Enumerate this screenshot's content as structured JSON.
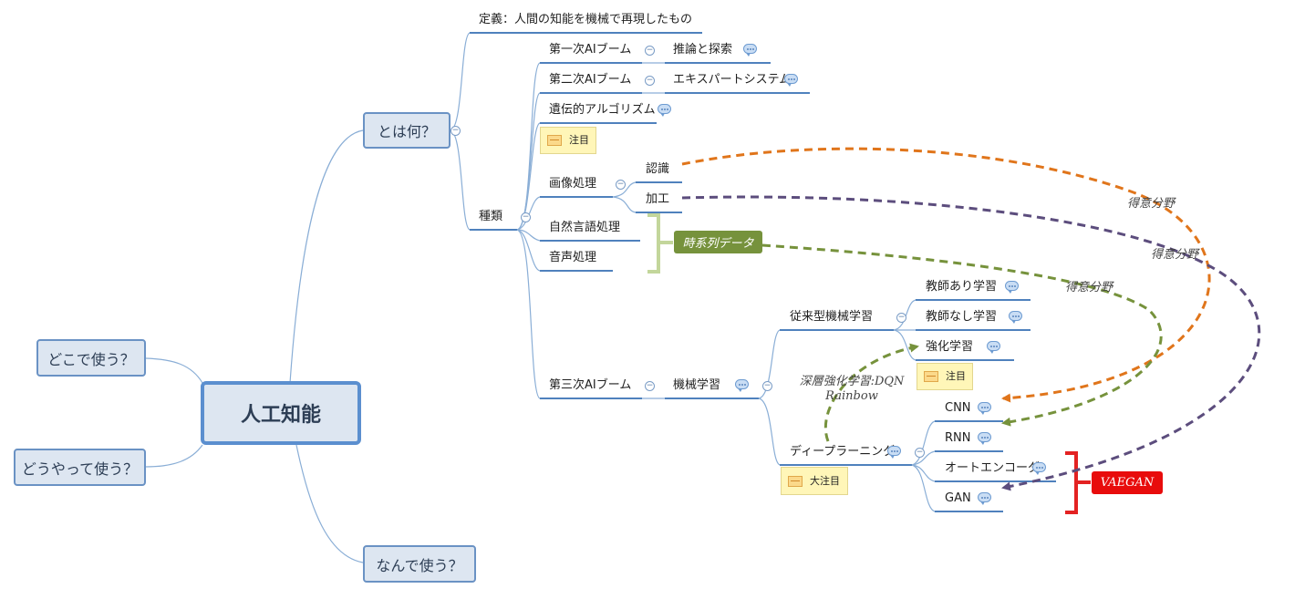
{
  "root": {
    "label": "人工知能"
  },
  "branches": {
    "what": "とは何？",
    "where": "どこで使う？",
    "how": "どうやって使う？",
    "why": "なんで使う？"
  },
  "what": {
    "definition": "定義：人間の知能を機械で再現したもの",
    "types_label": "種類",
    "boom1": {
      "label": "第一次AIブーム",
      "child": "推論と探索"
    },
    "boom2": {
      "label": "第二次AIブーム",
      "child": "エキスパートシステム"
    },
    "genetic": "遺伝的アルゴリズム",
    "note_attention": "注目",
    "image_processing": {
      "label": "画像処理",
      "children": [
        "認識",
        "加工"
      ]
    },
    "nlp": "自然言語処理",
    "speech": "音声処理",
    "timeseries_tag": "時系列データ",
    "boom3": {
      "label": "第三次AIブーム",
      "child": "機械学習"
    }
  },
  "ml": {
    "classic": {
      "label": "従来型機械学習",
      "children": [
        "教師あり学習",
        "教師なし学習",
        "強化学習"
      ]
    },
    "classic_note": "注目",
    "deep": {
      "label": "ディープラーニング",
      "children": [
        "CNN",
        "RNN",
        "オートエンコーダ",
        "GAN"
      ]
    },
    "deep_note": "大注目",
    "vaegan_tag": "VAEGAN"
  },
  "relations": {
    "strong_field": "得意分野",
    "deep_rl_line1": "深層強化学習:DQN",
    "deep_rl_line2": "Rainbow"
  },
  "colors": {
    "branch_line": "#4f81bd",
    "connector": "#8aaed6",
    "orange": "#e0751b",
    "purple": "#5c4d7d",
    "olive": "#76923c",
    "bracket_green": "#c3d69b",
    "bracket_red": "#e32222",
    "note_fill": "#fff6b8"
  }
}
